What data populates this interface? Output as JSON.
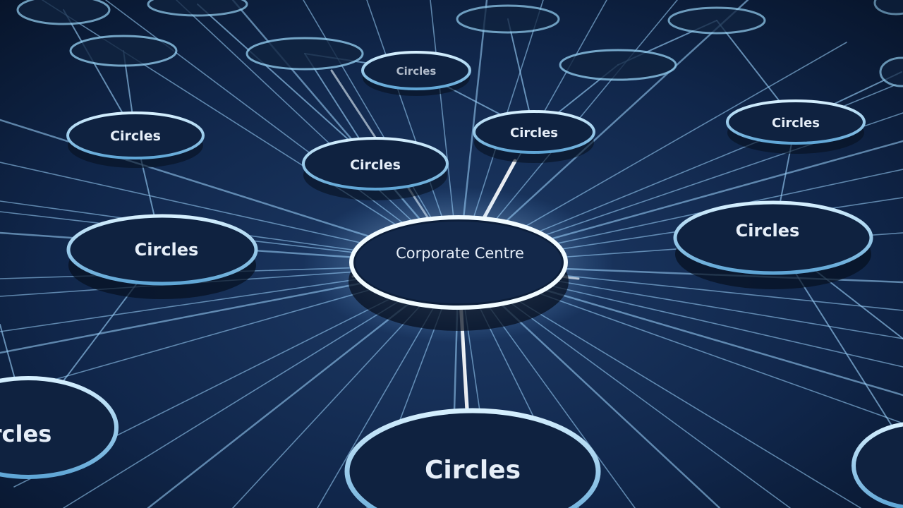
{
  "hub": {
    "label": "Corporate Centre"
  },
  "nodes": [
    {
      "id": "circles-left",
      "label": "Circles"
    },
    {
      "id": "circles-right",
      "label": "Circles"
    },
    {
      "id": "circles-bottom",
      "label": "Circles"
    },
    {
      "id": "circles-bottom-left-partial",
      "label": "rcles"
    },
    {
      "id": "circles-upper-left",
      "label": "Circles"
    },
    {
      "id": "circles-upper-mid",
      "label": "Circles"
    },
    {
      "id": "circles-upper-center",
      "label": "Circles"
    },
    {
      "id": "circles-upper-right",
      "label": "Circles"
    },
    {
      "id": "circles-far-top",
      "label": "Circles"
    }
  ],
  "colors": {
    "background": "#0b1a33",
    "node_fill": "#0f2240",
    "node_rim": "#8fd0f5",
    "link": "#9fd6ff",
    "glow": "#ffffff"
  }
}
